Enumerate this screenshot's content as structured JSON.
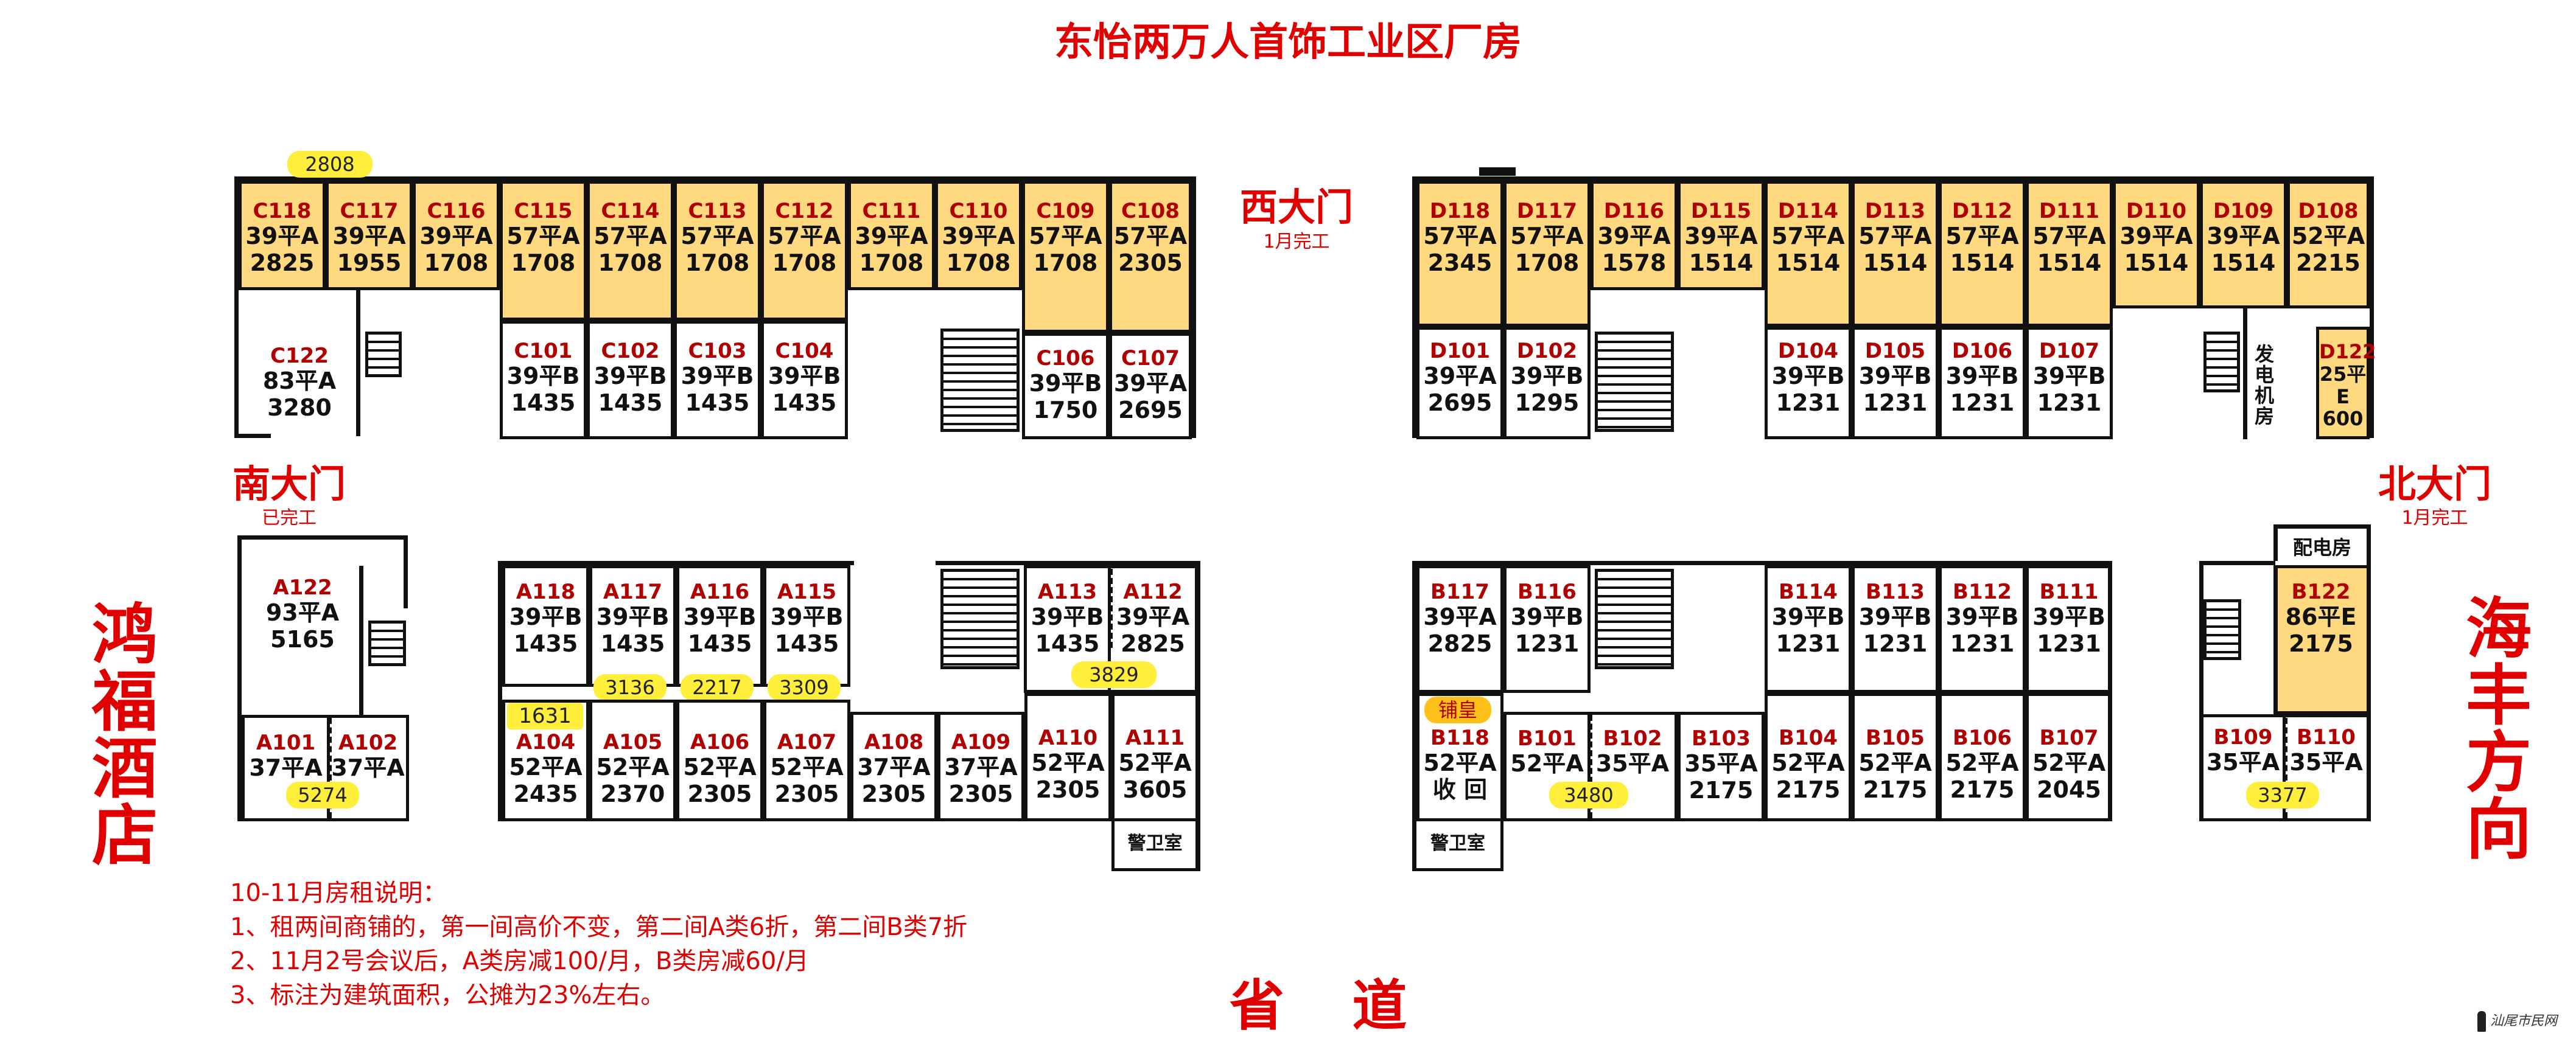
{
  "title": "东怡两万人首饰工业区厂房",
  "gates": {
    "west": {
      "name": "西大门",
      "status": "1月完工"
    },
    "south": {
      "name": "南大门",
      "status": "已完工"
    },
    "north": {
      "name": "北大门",
      "status": "1月完工"
    }
  },
  "sides": {
    "left": "鸿福酒店",
    "right": "海丰方向",
    "bottom": "省 道"
  },
  "rooms": {
    "generator": "发电机房",
    "power": "配电房",
    "guard": "警卫室",
    "shop_tag": "铺皇",
    "recycle": "收 回"
  },
  "notes": [
    "10-11月房租说明：",
    "1、租两间商铺的，第一间高价不变，第二间A类6折，第二间B类7折",
    "2、11月2号会议后，A类房减100/月，B类房减60/月",
    "3、标注为建筑面积，公摊为23%左右。"
  ],
  "tags": {
    "c118": "2808",
    "a117": "3136",
    "a116": "2217",
    "a115": "3309",
    "a104": "1631",
    "a113": "3829",
    "a101": "5274",
    "b101": "3480",
    "b109": "3377"
  },
  "units": {
    "C118": {
      "id": "C118",
      "area": "39平A",
      "price": "2825"
    },
    "C117": {
      "id": "C117",
      "area": "39平A",
      "price": "1955"
    },
    "C116": {
      "id": "C116",
      "area": "39平A",
      "price": "1708"
    },
    "C115": {
      "id": "C115",
      "area": "57平A",
      "price": "1708"
    },
    "C114": {
      "id": "C114",
      "area": "57平A",
      "price": "1708"
    },
    "C113": {
      "id": "C113",
      "area": "57平A",
      "price": "1708"
    },
    "C112": {
      "id": "C112",
      "area": "57平A",
      "price": "1708"
    },
    "C111": {
      "id": "C111",
      "area": "39平A",
      "price": "1708"
    },
    "C110": {
      "id": "C110",
      "area": "39平A",
      "price": "1708"
    },
    "C109": {
      "id": "C109",
      "area": "57平A",
      "price": "1708"
    },
    "C108": {
      "id": "C108",
      "area": "57平A",
      "price": "2305"
    },
    "C122": {
      "id": "C122",
      "area": "83平A",
      "price": "3280"
    },
    "C101": {
      "id": "C101",
      "area": "39平B",
      "price": "1435"
    },
    "C102": {
      "id": "C102",
      "area": "39平B",
      "price": "1435"
    },
    "C103": {
      "id": "C103",
      "area": "39平B",
      "price": "1435"
    },
    "C104": {
      "id": "C104",
      "area": "39平B",
      "price": "1435"
    },
    "C106": {
      "id": "C106",
      "area": "39平B",
      "price": "1750"
    },
    "C107": {
      "id": "C107",
      "area": "39平A",
      "price": "2695"
    },
    "D118": {
      "id": "D118",
      "area": "57平A",
      "price": "2345"
    },
    "D117": {
      "id": "D117",
      "area": "57平A",
      "price": "1708"
    },
    "D116": {
      "id": "D116",
      "area": "39平A",
      "price": "1578"
    },
    "D115": {
      "id": "D115",
      "area": "39平A",
      "price": "1514"
    },
    "D114": {
      "id": "D114",
      "area": "57平A",
      "price": "1514"
    },
    "D113": {
      "id": "D113",
      "area": "57平A",
      "price": "1514"
    },
    "D112": {
      "id": "D112",
      "area": "57平A",
      "price": "1514"
    },
    "D111": {
      "id": "D111",
      "area": "57平A",
      "price": "1514"
    },
    "D110": {
      "id": "D110",
      "area": "39平A",
      "price": "1514"
    },
    "D109": {
      "id": "D109",
      "area": "39平A",
      "price": "1514"
    },
    "D108": {
      "id": "D108",
      "area": "52平A",
      "price": "2215"
    },
    "D101": {
      "id": "D101",
      "area": "39平A",
      "price": "2695"
    },
    "D102": {
      "id": "D102",
      "area": "39平B",
      "price": "1295"
    },
    "D104": {
      "id": "D104",
      "area": "39平B",
      "price": "1231"
    },
    "D105": {
      "id": "D105",
      "area": "39平B",
      "price": "1231"
    },
    "D106": {
      "id": "D106",
      "area": "39平B",
      "price": "1231"
    },
    "D107": {
      "id": "D107",
      "area": "39平B",
      "price": "1231"
    },
    "D122": {
      "id": "D122",
      "area": "25平E",
      "price": "600"
    },
    "A122": {
      "id": "A122",
      "area": "93平A",
      "price": "5165"
    },
    "A118": {
      "id": "A118",
      "area": "39平B",
      "price": "1435"
    },
    "A117": {
      "id": "A117",
      "area": "39平B",
      "price": "1435"
    },
    "A116": {
      "id": "A116",
      "area": "39平B",
      "price": "1435"
    },
    "A115": {
      "id": "A115",
      "area": "39平B",
      "price": "1435"
    },
    "A113": {
      "id": "A113",
      "area": "39平B",
      "price": "1435"
    },
    "A112": {
      "id": "A112",
      "area": "39平A",
      "price": "2825"
    },
    "A101": {
      "id": "A101",
      "area": "37平A",
      "price": ""
    },
    "A102": {
      "id": "A102",
      "area": "37平A",
      "price": ""
    },
    "A104": {
      "id": "A104",
      "area": "52平A",
      "price": "2435"
    },
    "A105": {
      "id": "A105",
      "area": "52平A",
      "price": "2370"
    },
    "A106": {
      "id": "A106",
      "area": "52平A",
      "price": "2305"
    },
    "A107": {
      "id": "A107",
      "area": "52平A",
      "price": "2305"
    },
    "A108": {
      "id": "A108",
      "area": "37平A",
      "price": "2305"
    },
    "A109": {
      "id": "A109",
      "area": "37平A",
      "price": "2305"
    },
    "A110": {
      "id": "A110",
      "area": "52平A",
      "price": "2305"
    },
    "A111": {
      "id": "A111",
      "area": "52平A",
      "price": "3605"
    },
    "B117": {
      "id": "B117",
      "area": "39平A",
      "price": "2825"
    },
    "B116": {
      "id": "B116",
      "area": "39平B",
      "price": "1231"
    },
    "B114": {
      "id": "B114",
      "area": "39平B",
      "price": "1231"
    },
    "B113": {
      "id": "B113",
      "area": "39平B",
      "price": "1231"
    },
    "B112": {
      "id": "B112",
      "area": "39平B",
      "price": "1231"
    },
    "B111": {
      "id": "B111",
      "area": "39平B",
      "price": "1231"
    },
    "B122": {
      "id": "B122",
      "area": "86平E",
      "price": "2175"
    },
    "B118": {
      "id": "B118",
      "area": "52平A",
      "price": ""
    },
    "B101": {
      "id": "B101",
      "area": "52平A",
      "price": ""
    },
    "B102": {
      "id": "B102",
      "area": "35平A",
      "price": ""
    },
    "B103": {
      "id": "B103",
      "area": "35平A",
      "price": "2175"
    },
    "B104": {
      "id": "B104",
      "area": "52平A",
      "price": "2175"
    },
    "B105": {
      "id": "B105",
      "area": "52平A",
      "price": "2175"
    },
    "B106": {
      "id": "B106",
      "area": "52平A",
      "price": "2175"
    },
    "B107": {
      "id": "B107",
      "area": "52平A",
      "price": "2045"
    },
    "B109": {
      "id": "B109",
      "area": "35平A",
      "price": ""
    },
    "B110": {
      "id": "B110",
      "area": "35平A",
      "price": ""
    }
  },
  "watermark": "汕尾市民网"
}
